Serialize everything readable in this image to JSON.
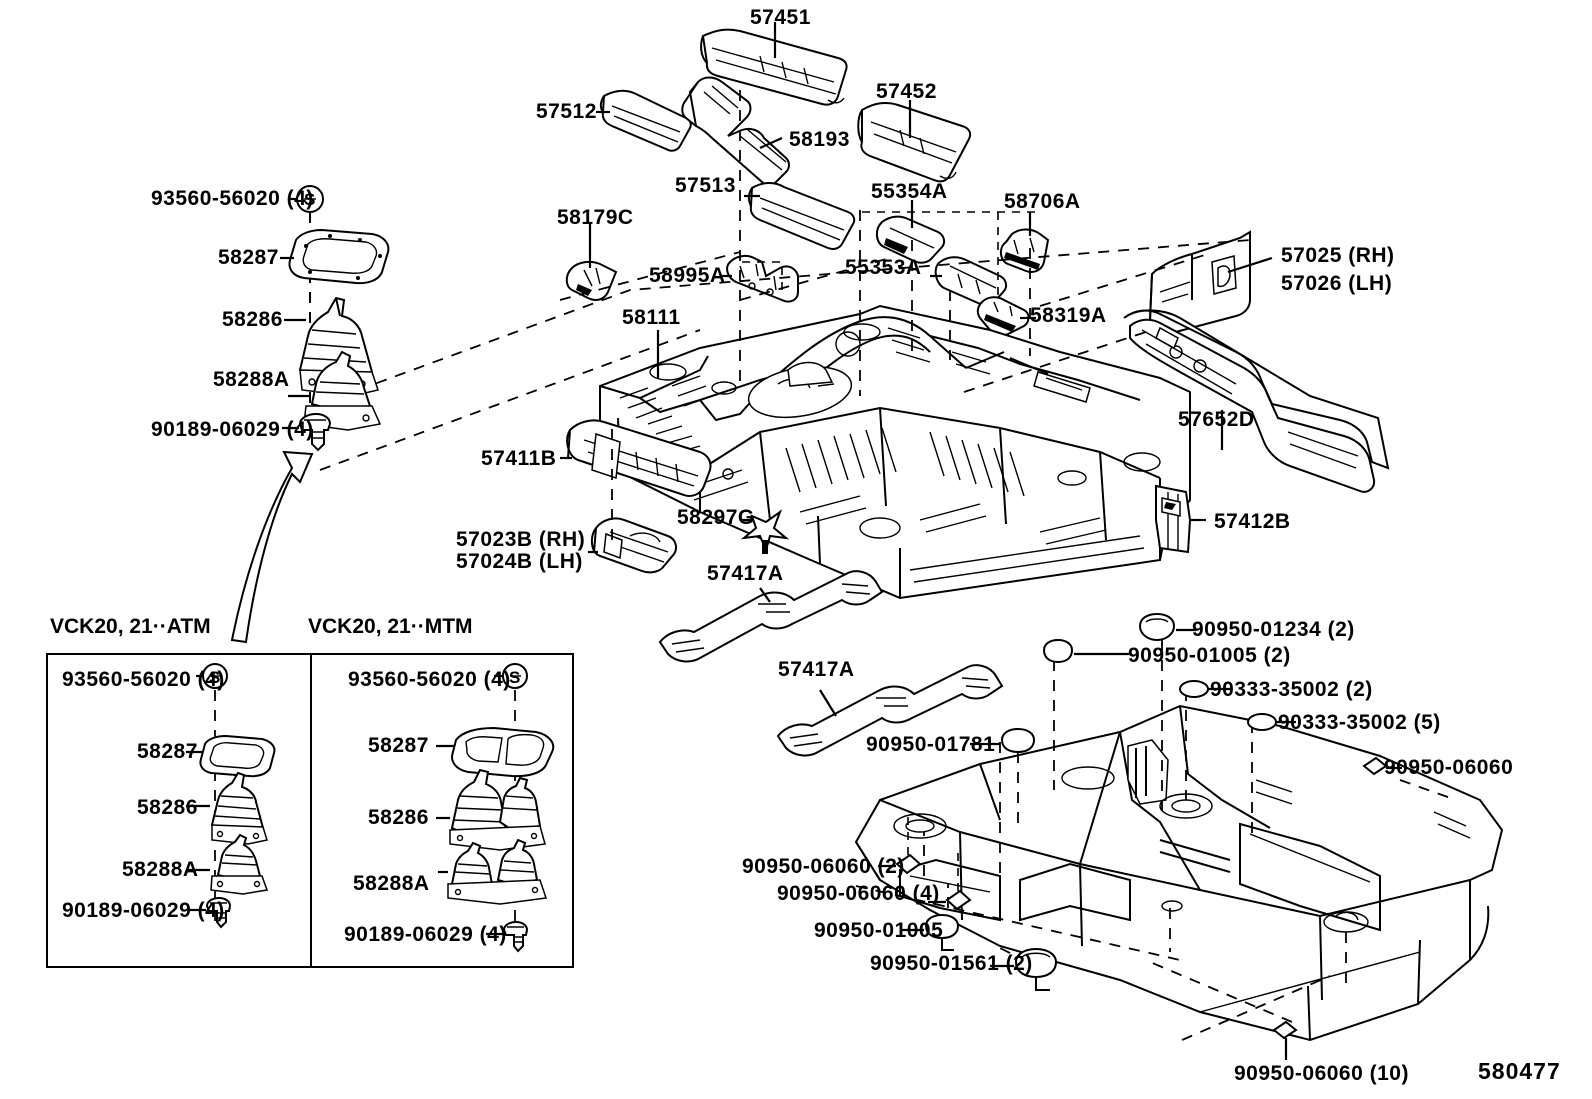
{
  "diagram": {
    "number": "580477",
    "title": "Floor pan & rear floor member exploded parts diagram"
  },
  "top_labels": {
    "l57451": "57451",
    "l57452": "57452",
    "l57512": "57512",
    "l58193": "58193",
    "l57513": "57513",
    "l55354A": "55354A",
    "l58706A": "58706A",
    "l58179C": "58179C",
    "l58995A": "58995A",
    "l55353A": "55353A",
    "l58319A": "58319A",
    "l57025": "57025 (RH)",
    "l57026": "57026 (LH)",
    "l58111": "58111",
    "l57652D": "57652D",
    "l57411B": "57411B",
    "l58297G": "58297G",
    "l57023B": "57023B (RH)",
    "l57024B": "57024B (LH)",
    "l57412B": "57412B",
    "l57417A_upper": "57417A",
    "l57417A_lower": "57417A"
  },
  "shift_stack_main": {
    "screw": "93560-56020 (4)",
    "plate": "58287",
    "boot_upper": "58286",
    "boot_lower": "58288A",
    "clip": "90189-06029 (4)",
    "screw_badge": "S"
  },
  "insets": [
    {
      "title": "VCK20, 21··ATM",
      "items": [
        {
          "code": "93560-56020 (4)",
          "badge": "S"
        },
        {
          "code": "58287"
        },
        {
          "code": "58286"
        },
        {
          "code": "58288A"
        },
        {
          "code": "90189-06029 (4)"
        }
      ]
    },
    {
      "title": "VCK20, 21··MTM",
      "items": [
        {
          "code": "93560-56020 (4)",
          "badge": "S"
        },
        {
          "code": "58287"
        },
        {
          "code": "58286"
        },
        {
          "code": "58288A"
        },
        {
          "code": "90189-06029 (4)"
        }
      ]
    }
  ],
  "fasteners": {
    "f90950_01234": "90950-01234 (2)",
    "f90950_01005_a": "90950-01005 (2)",
    "f90333_35002_a": "90333-35002 (2)",
    "f90333_35002_b": "90333-35002 (5)",
    "f90950_06060_right": "90950-06060",
    "f90950_01781": "90950-01781",
    "f90950_06060_2": "90950-06060 (2)",
    "f90950_06060_4": "90950-06060 (4)",
    "f90950_01005_b": "90950-01005",
    "f90950_01561": "90950-01561 (2)",
    "f90950_06060_10": "90950-06060 (10)"
  }
}
